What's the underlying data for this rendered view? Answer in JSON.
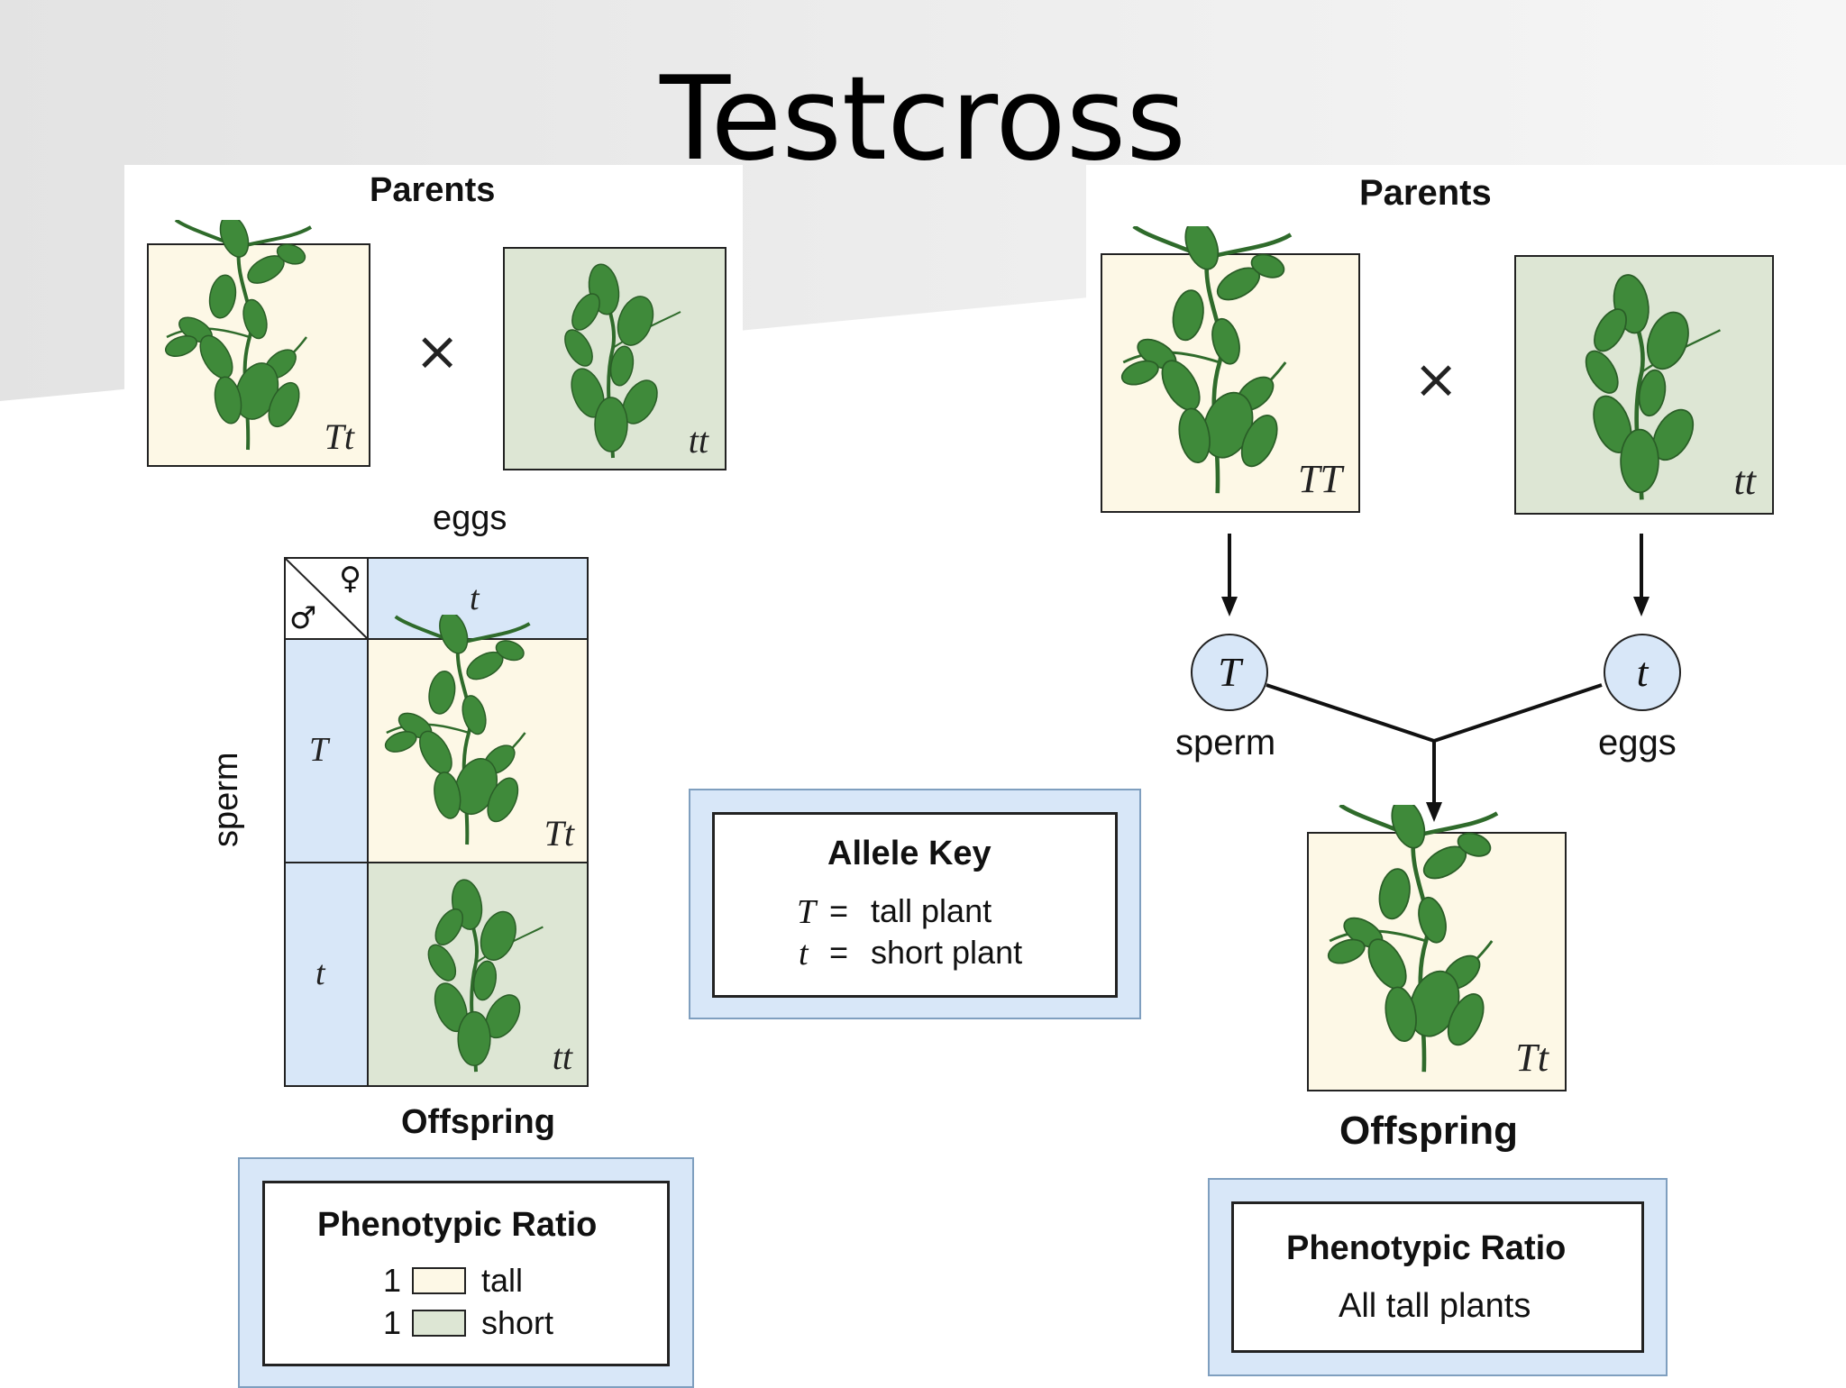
{
  "title": "Testcross",
  "left": {
    "parents_label": "Parents",
    "parent1_genotype": "Tt",
    "parent2_genotype": "tt",
    "cross_symbol": "×",
    "eggs_label": "eggs",
    "sperm_label": "sperm",
    "female_symbol": "♀",
    "male_symbol": "♂",
    "egg_allele": "t",
    "sperm_alleles": [
      "T",
      "t"
    ],
    "offspring_genotypes": [
      "Tt",
      "tt"
    ],
    "offspring_label": "Offspring",
    "ratio": {
      "title": "Phenotypic Ratio",
      "rows": [
        {
          "count": "1",
          "label": "tall"
        },
        {
          "count": "1",
          "label": "short"
        }
      ]
    }
  },
  "key": {
    "title": "Allele Key",
    "rows": [
      {
        "symbol": "T",
        "eq": "=",
        "meaning": "tall plant"
      },
      {
        "symbol": "t",
        "eq": "=",
        "meaning": "short plant"
      }
    ]
  },
  "right": {
    "parents_label": "Parents",
    "parent1_genotype": "TT",
    "parent2_genotype": "tt",
    "cross_symbol": "×",
    "sperm_allele": "T",
    "egg_allele": "t",
    "sperm_label": "sperm",
    "eggs_label": "eggs",
    "offspring_genotype": "Tt",
    "offspring_label": "Offspring",
    "ratio": {
      "title": "Phenotypic Ratio",
      "text": "All tall plants"
    }
  },
  "colors": {
    "tall": "#fdf8e6",
    "short": "#dde6d4",
    "allele_blue": "#d8e7f8",
    "leaf": "#3f8a3a"
  }
}
